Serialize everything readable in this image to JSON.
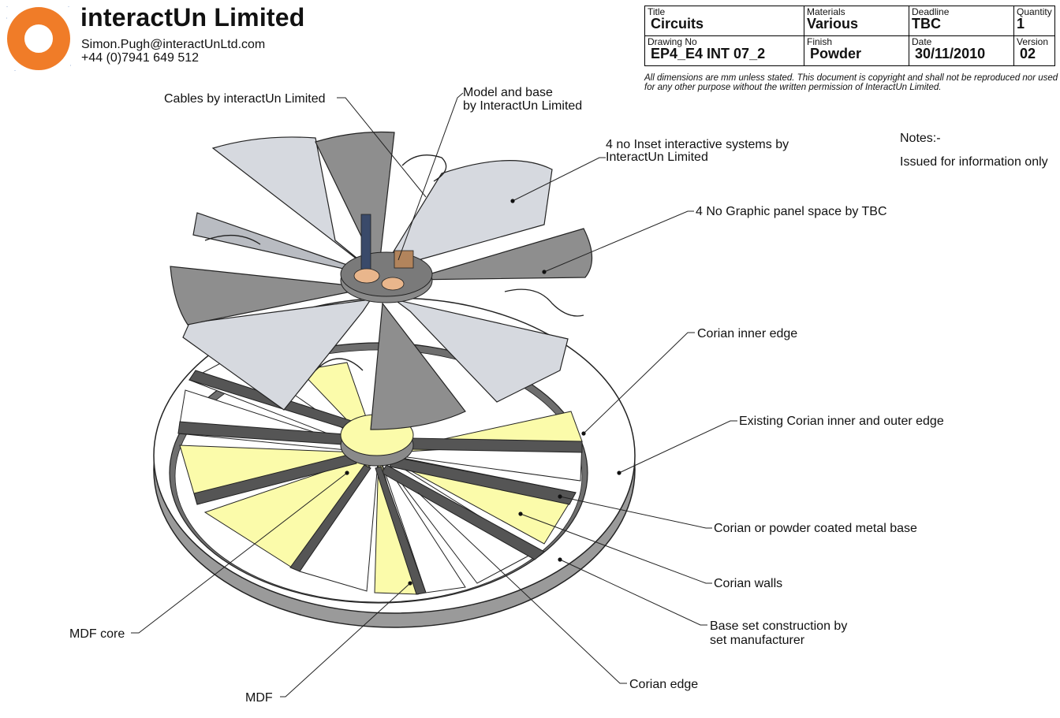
{
  "header": {
    "company": "interactUn Limited",
    "email": "Simon.Pugh@interactUnLtd.com",
    "phone": "+44 (0)7941 649 512"
  },
  "title_block": {
    "row1": [
      {
        "label": "Title",
        "value": "Circuits"
      },
      {
        "label": "Materials",
        "value": "Various"
      },
      {
        "label": "Deadline",
        "value": "TBC"
      },
      {
        "label": "Quantity",
        "value": "1"
      }
    ],
    "row2": [
      {
        "label": "Drawing No",
        "value": "EP4_E4 INT 07_2"
      },
      {
        "label": "Finish",
        "value": "Powder"
      },
      {
        "label": "Date",
        "value": "30/11/2010"
      },
      {
        "label": "Version",
        "value": "02"
      }
    ]
  },
  "disclaimer": "All dimensions are mm unless stated. This document is copyright and shall not be reproduced nor used for any other purpose without the written permission of InteractUn Limited.",
  "notes": {
    "heading": "Notes:-",
    "text": "Issued for information only"
  },
  "labels": {
    "cables": "Cables by interactUn Limited",
    "model_1": "Model and base",
    "model_2": "by InteractUn Limited",
    "inset_1": "4 no Inset interactive systems by",
    "inset_2": "InteractUn Limited",
    "graphic": "4 No Graphic panel space by TBC",
    "corian_inner": "Corian inner edge",
    "existing": "Existing Corian inner and outer edge",
    "metal_base": "Corian or powder coated metal base",
    "walls": "Corian walls",
    "base_set_1": "Base set construction by",
    "base_set_2": "set manufacturer",
    "mdf_core": "MDF core",
    "mdf": "MDF",
    "corian_edge": "Corian edge"
  },
  "colors": {
    "logo_orange": "#f07c28",
    "mdf_yellow": "#fbfbaa",
    "panel_grey": "#8e8e8e",
    "inset_light": "#d6d9df",
    "wall_dark": "#6a6a6a",
    "base_side": "#9a9a9a"
  }
}
